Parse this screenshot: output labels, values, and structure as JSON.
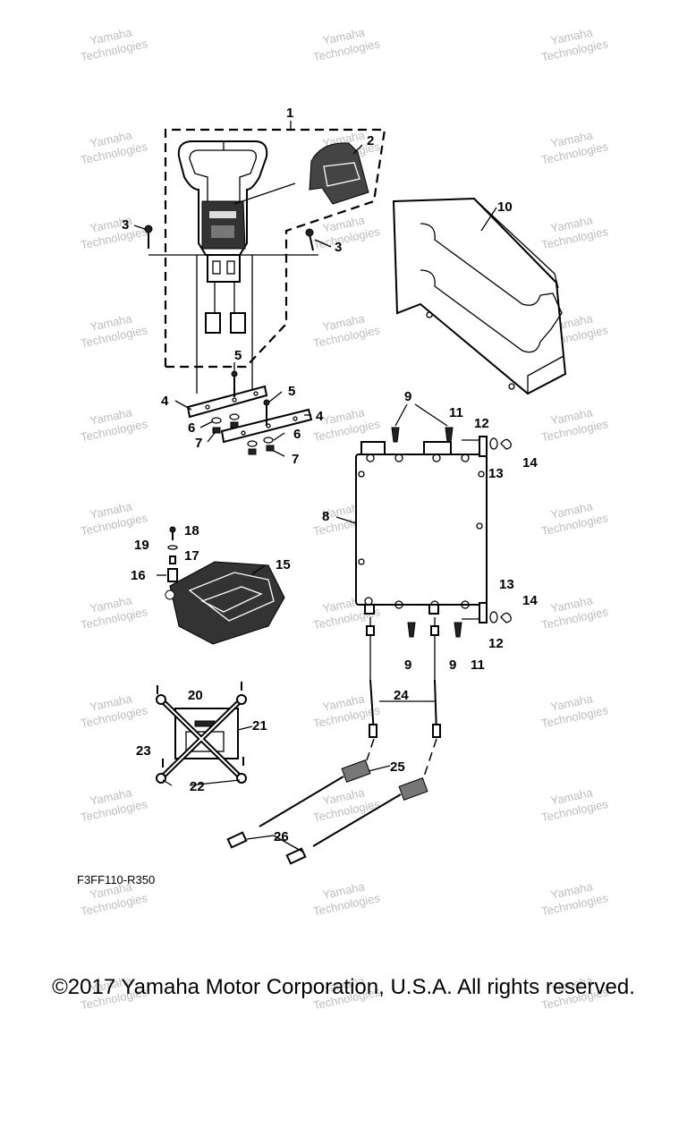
{
  "diagram_code": "F3FF110-R350",
  "copyright": "©2017 Yamaha Motor Corporation, U.S.A. All rights reserved.",
  "watermark": {
    "line1": "Yamaha",
    "line2": "Technologies",
    "color": "#bdbdbd"
  },
  "callouts": [
    {
      "id": "c1",
      "label": "1"
    },
    {
      "id": "c2",
      "label": "2"
    },
    {
      "id": "c3a",
      "label": "3"
    },
    {
      "id": "c3b",
      "label": "3"
    },
    {
      "id": "c4a",
      "label": "4"
    },
    {
      "id": "c4b",
      "label": "4"
    },
    {
      "id": "c5a",
      "label": "5"
    },
    {
      "id": "c5b",
      "label": "5"
    },
    {
      "id": "c6a",
      "label": "6"
    },
    {
      "id": "c6b",
      "label": "6"
    },
    {
      "id": "c7a",
      "label": "7"
    },
    {
      "id": "c7b",
      "label": "7"
    },
    {
      "id": "c8",
      "label": "8"
    },
    {
      "id": "c9a",
      "label": "9"
    },
    {
      "id": "c9b",
      "label": "9"
    },
    {
      "id": "c9c",
      "label": "9"
    },
    {
      "id": "c10",
      "label": "10"
    },
    {
      "id": "c11a",
      "label": "11"
    },
    {
      "id": "c11b",
      "label": "11"
    },
    {
      "id": "c12a",
      "label": "12"
    },
    {
      "id": "c12b",
      "label": "12"
    },
    {
      "id": "c13a",
      "label": "13"
    },
    {
      "id": "c13b",
      "label": "13"
    },
    {
      "id": "c14a",
      "label": "14"
    },
    {
      "id": "c14b",
      "label": "14"
    },
    {
      "id": "c15",
      "label": "15"
    },
    {
      "id": "c16",
      "label": "16"
    },
    {
      "id": "c17",
      "label": "17"
    },
    {
      "id": "c18",
      "label": "18"
    },
    {
      "id": "c19",
      "label": "19"
    },
    {
      "id": "c20",
      "label": "20"
    },
    {
      "id": "c21",
      "label": "21"
    },
    {
      "id": "c22",
      "label": "22"
    },
    {
      "id": "c23",
      "label": "23"
    },
    {
      "id": "c24",
      "label": "24"
    },
    {
      "id": "c25",
      "label": "25"
    },
    {
      "id": "c26",
      "label": "26"
    }
  ]
}
